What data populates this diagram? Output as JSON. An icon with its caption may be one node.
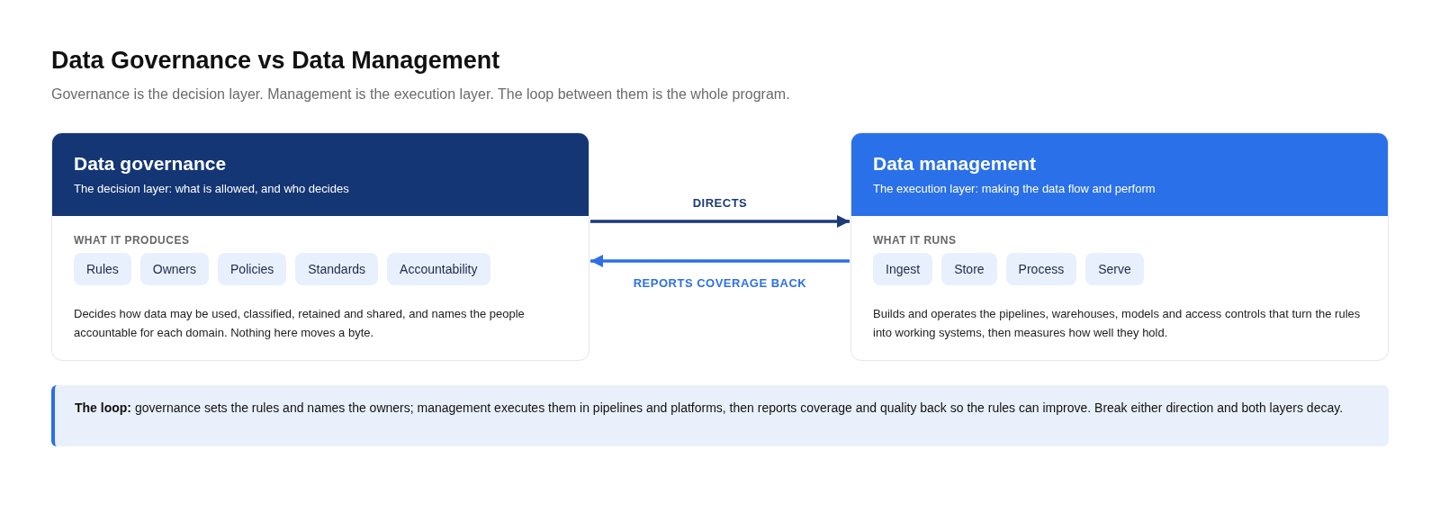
{
  "diagram": {
    "title": "Data Governance vs Data Management",
    "caption": "Governance is the decision layer. Management is the execution layer. The loop between them is the whole program.",
    "nodes": [
      {
        "text": [
          "Data governance",
          "The decision layer: what is allowed, and who decides",
          "WHAT IT PRODUCES",
          "Decides how data may be used, classified, retained and shared, and names the people accountable for each domain. Nothing here moves a byte."
        ]
      },
      {
        "text": [
          "Rules"
        ],
        "in": 0
      },
      {
        "text": [
          "Owners"
        ],
        "in": 0
      },
      {
        "text": [
          "Policies"
        ],
        "in": 0
      },
      {
        "text": [
          "Standards"
        ],
        "in": 0
      },
      {
        "text": [
          "Accountability"
        ],
        "in": 0
      },
      {
        "text": [
          "Data management",
          "The execution layer: making the data flow and perform",
          "WHAT IT RUNS",
          "Builds and operates the pipelines, warehouses, models and access controls that turn the rules into working systems, then measures how well they hold."
        ]
      },
      {
        "text": [
          "Ingest"
        ],
        "in": 6
      },
      {
        "text": [
          "Store"
        ],
        "in": 6
      },
      {
        "text": [
          "Process"
        ],
        "in": 6
      },
      {
        "text": [
          "Serve"
        ],
        "in": 6
      }
    ],
    "edges": [
      {
        "from": 0,
        "to": 6,
        "arrow": "to",
        "label": "DIRECTS",
        "color": "#1b3a78"
      },
      {
        "from": 6,
        "to": 0,
        "arrow": "to",
        "label": "REPORTS COVERAGE BACK",
        "color": "#2d6fe8"
      }
    ],
    "labels": [
      "**The loop:** governance sets the rules and names the owners; management executes them in pipelines and platforms, then reports coverage and quality back so the rules can improve. Break either direction and both layers decay."
    ]
  }
}
